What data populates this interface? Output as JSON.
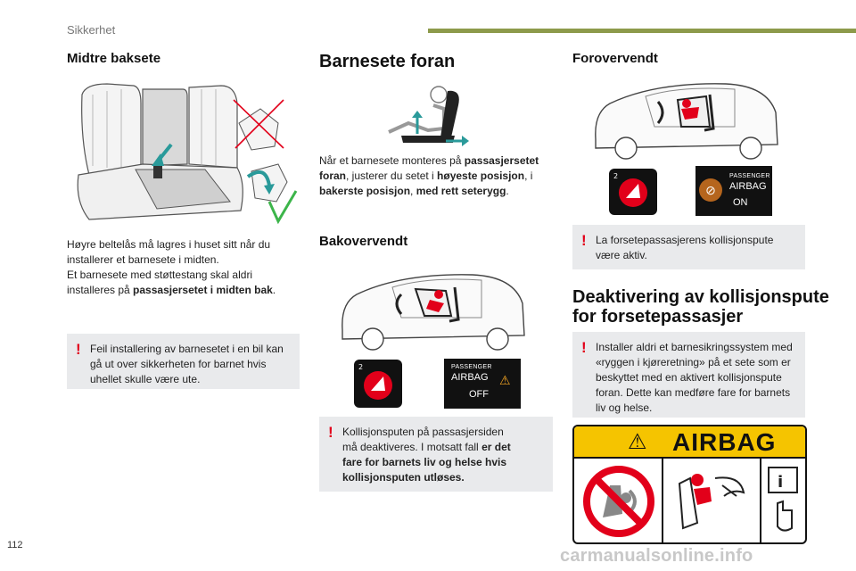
{
  "header": {
    "section": "Sikkerhet"
  },
  "col1": {
    "title": "Midtre baksete",
    "para_line1": "Høyre beltelås må lagres i huset sitt når du",
    "para_line2": "installerer et barnesete i midten.",
    "para_line3": "Et barnesete med støttestang skal aldri",
    "para_line4_pre": "installeres på ",
    "para_line4_bold": "passasjersetet i midten bak",
    "para_line4_post": ".",
    "warning_line1": "Feil installering av barnesetet i en bil kan",
    "warning_line2": "gå ut over sikkerheten for barnet hvis",
    "warning_line3": "uhellet skulle være ute."
  },
  "col2": {
    "title": "Barnesete foran",
    "para": {
      "a": "Når et barnesete monteres på ",
      "b": "passasjersetet",
      "c": "foran",
      "d": ", justerer du setet i ",
      "e": "høyeste posisjon",
      "f": ", i",
      "g": "bakerste posisjon",
      "h": ", ",
      "i": "med rett seterygg",
      "j": "."
    },
    "subtitle": "Bakovervendt",
    "airbag_label": {
      "line1": "PASSENGER",
      "line2": "AIRBAG",
      "state": "OFF"
    },
    "warning": {
      "line1": "Kollisjonsputen på passasjersiden",
      "line2_pre": "må deaktiveres. I motsatt fall ",
      "line2_bold": "er det",
      "line3": "fare for barnets liv og helse hvis",
      "line4": "kollisjonsputen utløses."
    }
  },
  "col3": {
    "title": "Forovervendt",
    "airbag_label": {
      "line1": "PASSENGER",
      "line2": "AIRBAG",
      "state": "ON"
    },
    "note_line1": "La forsetepassasjerens kollisjonspute",
    "note_line2": "være aktiv.",
    "heading_line1": "Deaktivering av kollisjonspute",
    "heading_line2": "for forsetepassasjer",
    "warning_line1": "Installer aldri et barnesikringssystem med",
    "warning_line2": "«ryggen i kjøreretning» på et sete som er",
    "warning_line3": "beskyttet med en aktivert kollisjonspute",
    "warning_line4": "foran. Dette kan medføre fare for barnets",
    "warning_line5": "liv og helse.",
    "airbag_sign": "AIRBAG"
  },
  "footer": {
    "page_number": "112",
    "watermark": "carmanualsonline.info"
  },
  "colors": {
    "accent_bar": "#8d9a4b",
    "warning_red": "#e2001a",
    "teal": "#2a9a9a",
    "note_bg": "#e9eaec",
    "sign_yellow": "#f5c400"
  }
}
